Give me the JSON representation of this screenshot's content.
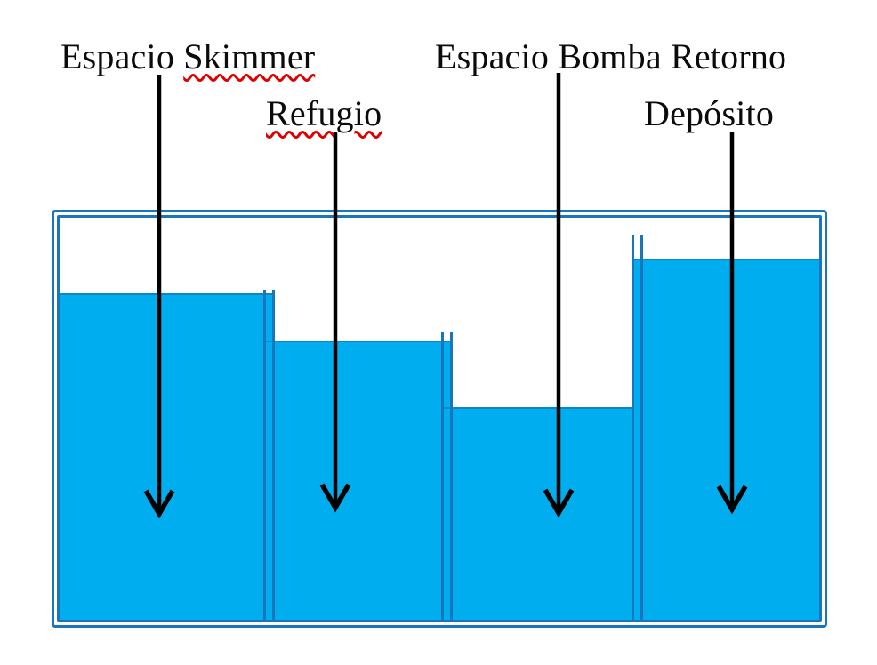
{
  "labels": {
    "skimmer": {
      "prefix": "Espacio ",
      "flagged": "Skimmer"
    },
    "refugio": {
      "flagged": "Refugio"
    },
    "bomba_retorno": "Espacio Bomba Retorno",
    "deposito": "Depósito"
  },
  "colors": {
    "water": "#00AEEF",
    "glass": "#1B75BC",
    "water-edge": "#0E86C6",
    "arrow": "#000000",
    "spellcheck": "#E00000"
  },
  "diagram": {
    "type": "sump-tank-cross-section",
    "compartments": [
      {
        "name": "Espacio Skimmer",
        "water_level_pct": 81,
        "spellcheck_flagged": true
      },
      {
        "name": "Refugio",
        "water_level_pct": 70,
        "spellcheck_flagged": true
      },
      {
        "name": "Espacio Bomba Retorno",
        "water_level_pct": 53,
        "spellcheck_flagged": false
      },
      {
        "name": "Depósito",
        "water_level_pct": 90,
        "spellcheck_flagged": false
      }
    ]
  }
}
